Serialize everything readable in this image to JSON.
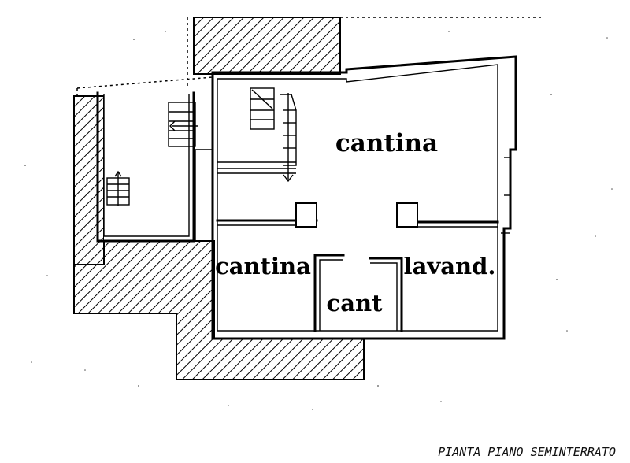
{
  "rooms": {
    "cantina_main": "cantina",
    "cantina_left": "cantina",
    "cant_small": "cant",
    "lavanderia": "lavand."
  },
  "caption": "PIANTA PIANO SEMINTERRATO"
}
